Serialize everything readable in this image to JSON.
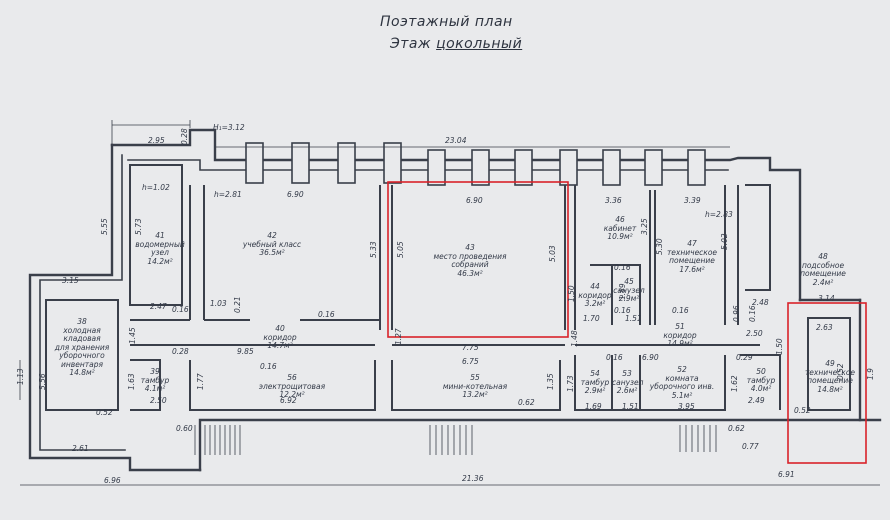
{
  "title": {
    "line1": "Поэтажный план",
    "line2_prefix": "Этаж ",
    "line2_value": "цокольный"
  },
  "colors": {
    "paper": "#e9eaec",
    "line": "#3a3f4a",
    "highlight": "#d9222a"
  },
  "rooms": {
    "r38": {
      "num": "38",
      "l1": "холодная",
      "l2": "кладовая",
      "l3": "для хранения",
      "l4": "уборочного",
      "l5": "инвентаря",
      "area": "14.8м²"
    },
    "r39": {
      "num": "39",
      "l1": "тамбур",
      "area": "4.1м²"
    },
    "r40": {
      "num": "40",
      "l1": "коридор",
      "area": "14.7м²"
    },
    "r41": {
      "num": "41",
      "l1": "водомерный",
      "l2": "узел",
      "area": "14.2м²"
    },
    "r42": {
      "num": "42",
      "l1": "учебный класс",
      "area": "36.5м²"
    },
    "r43": {
      "num": "43",
      "l1": "место проведения",
      "l2": "собраний",
      "area": "46.3м²"
    },
    "r44": {
      "num": "44",
      "l1": "коридор",
      "area": "3.2м²"
    },
    "r45": {
      "num": "45",
      "l1": "санузел",
      "area": "2.9м²"
    },
    "r46": {
      "num": "46",
      "l1": "кабинет",
      "area": "10.9м²"
    },
    "r47": {
      "num": "47",
      "l1": "техническое",
      "l2": "помещение",
      "area": "17.6м²"
    },
    "r48": {
      "num": "48",
      "l1": "подсобное",
      "l2": "помещение",
      "area": "2.4м²"
    },
    "r49": {
      "num": "49",
      "l1": "техническое",
      "l2": "помещение",
      "area": "14.8м²"
    },
    "r50": {
      "num": "50",
      "l1": "тамбур",
      "area": "4.0м²"
    },
    "r51": {
      "num": "51",
      "l1": "коридор",
      "area": "14.9м²"
    },
    "r52": {
      "num": "52",
      "l1": "комната",
      "l2": "уборочного инв.",
      "area": "5.1м²"
    },
    "r53": {
      "num": "53",
      "l1": "санузел",
      "area": "2.6м²"
    },
    "r54": {
      "num": "54",
      "l1": "тамбур",
      "area": "2.9м²"
    },
    "r55": {
      "num": "55",
      "l1": "мини-котельная",
      "area": "13.2м²"
    },
    "r56": {
      "num": "56",
      "l1": "электрощитовая",
      "area": "12.2м²"
    }
  },
  "dims": {
    "d_2_95": "2.95",
    "d_0_28a": "0.28",
    "d_h1": "H₁=3.12",
    "d_23_04": "23.04",
    "d_h102": "h=1.02",
    "d_h281": "h=2.81",
    "d_6_90a": "6.90",
    "d_6_90b": "6.90",
    "d_3_36": "3.36",
    "d_3_39": "3.39",
    "d_h283": "h=2.83",
    "d_5_55": "5.55",
    "d_5_73": "5.73",
    "d_5_33": "5.33",
    "d_5_05": "5.05",
    "d_5_03": "5.03",
    "d_3_25": "3.25",
    "d_5_30": "5.30",
    "d_5_02": "5.02",
    "d_3_15": "3.15",
    "d_2_47": "2.47",
    "d_0_16a": "0.16",
    "d_1_03": "1.03",
    "d_0_21": "0.21",
    "d_0_16b": "0.16",
    "d_0_16c": "0.16",
    "d_1_51a": "1.51",
    "d_0_16d": "0.16",
    "d_1_70": "1.70",
    "d_1_89": "1.89",
    "d_0_16e": "0.16",
    "d_1_50": "1.50",
    "d_2_48": "2.48",
    "d_3_14": "3.14",
    "d_2_63": "2.63",
    "d_0_96": "0.96",
    "d_0_16f": "0.16",
    "d_1_45": "1.45",
    "d_1_27": "1.27",
    "d_1_48": "1.48",
    "d_7_75": "7.75",
    "d_2_50a": "2.50",
    "d_0_28b": "0.28",
    "d_9_85": "9.85",
    "d_0_16g": "0.16",
    "d_6_75": "6.75",
    "d_0_16h": "0.16",
    "d_6_90c": "6.90",
    "d_0_29": "0.29",
    "d_1_50b": "1.50",
    "d_1_63": "1.63",
    "d_1_77": "1.77",
    "d_1_35": "1.35",
    "d_1_73": "1.73",
    "d_1_62": "1.62",
    "d_5_56": "5.56",
    "d_1_13": "1.13",
    "d_2_50b": "2.50",
    "d_6_92": "6.92",
    "d_0_62a": "0.62",
    "d_1_69": "1.69",
    "d_1_51b": "1.51",
    "d_3_95": "3.95",
    "d_2_49": "2.49",
    "d_0_52a": "0.52",
    "d_0_60": "0.60",
    "d_0_52b": "0.52",
    "d_0_62b": "0.62",
    "d_2_61": "2.61",
    "d_0_77": "0.77",
    "d_6_96": "6.96",
    "d_21_36": "21.36",
    "d_6_91": "6.91",
    "d_1_9": "1.9",
    "d_0_52c": "0.52"
  }
}
